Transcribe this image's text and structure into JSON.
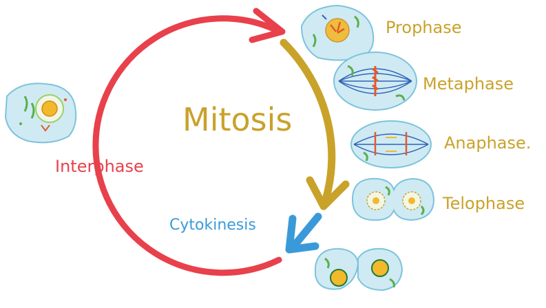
{
  "labels": {
    "center": "Mitosis",
    "interphase": "Interphase",
    "cytokinesis": "Cytokinesis",
    "prophase": "Prophase",
    "metaphase": "Metaphase",
    "anaphase": "Anaphase.",
    "telophase": "Telophase"
  },
  "colors": {
    "interphase": "#e8414b",
    "mitosis": "#c9a22a",
    "cytokinesis": "#3a9ad9",
    "phase_text": "#c9a22a",
    "cell_fill": "#cfeaf3",
    "cell_outline": "#7cc3dc",
    "nucleus": "#f2b92a",
    "spindle": "#2f63b8",
    "chromosome": "#e25a2c",
    "organelle": "#58b04a"
  }
}
